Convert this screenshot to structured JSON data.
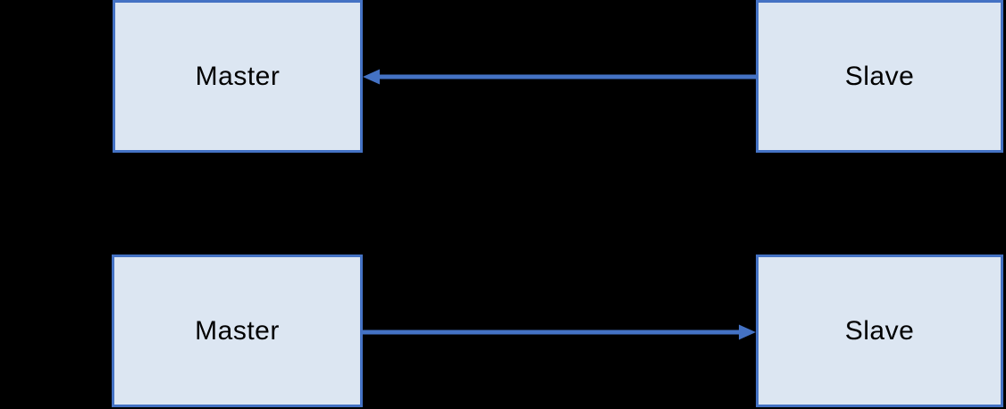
{
  "diagram": {
    "background_color": "#000000",
    "node_fill_color": "#DCE6F2",
    "node_border_color": "#4472C4",
    "arrow_color": "#4472C4",
    "text_color": "#000000",
    "rows": [
      {
        "nodes": [
          {
            "label": "Master"
          },
          {
            "label": "Slave"
          }
        ],
        "arrow": {
          "from": "Slave",
          "to": "Master",
          "direction": "right-to-left"
        }
      },
      {
        "nodes": [
          {
            "label": "Master"
          },
          {
            "label": "Slave"
          }
        ],
        "arrow": {
          "from": "Master",
          "to": "Slave",
          "direction": "left-to-right"
        }
      }
    ]
  }
}
